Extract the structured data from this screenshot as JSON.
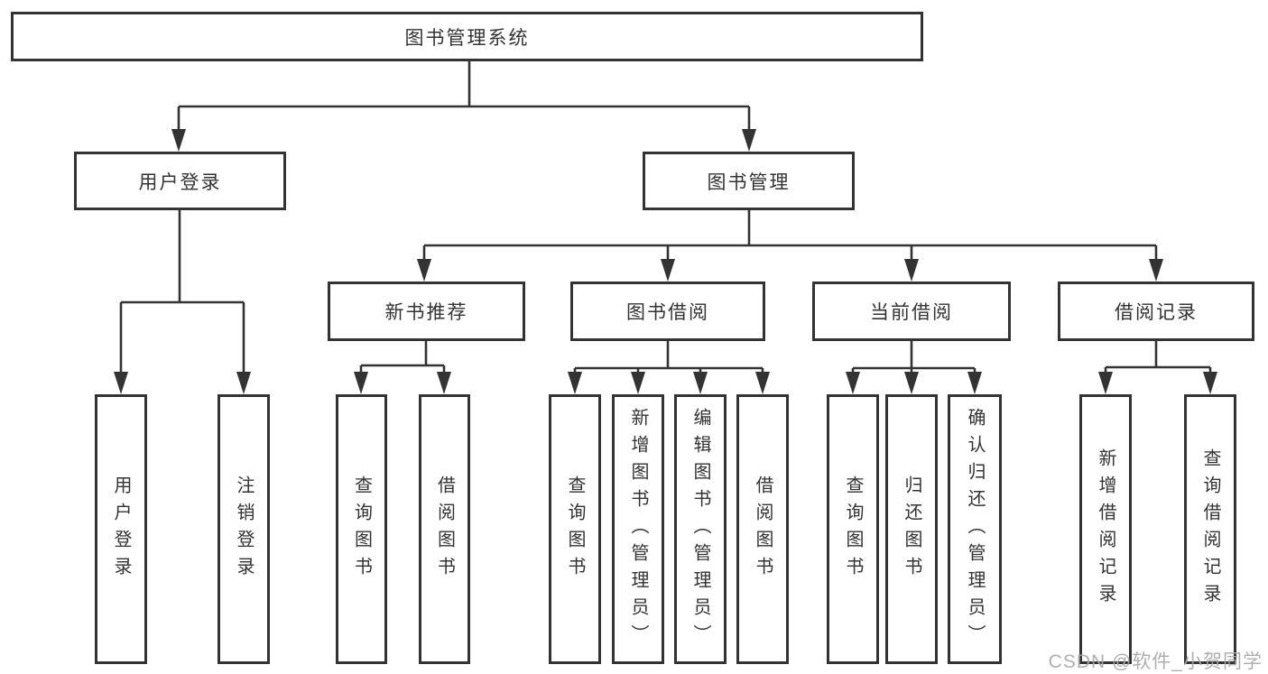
{
  "diagram": {
    "title": "图书管理系统",
    "level2": {
      "user_login": "用户登录",
      "book_management": "图书管理"
    },
    "level3": {
      "new_book_recommend": "新书推荐",
      "book_borrowing": "图书借阅",
      "current_borrowing": "当前借阅",
      "borrowing_records": "借阅记录"
    },
    "leaves": {
      "user_login": "用户登录",
      "logout": "注销登录",
      "nb_query_book": "查询图书",
      "nb_borrow_book": "借阅图书",
      "bb_query_book": "查询图书",
      "bb_add_book": "新增图书（管理员）",
      "bb_edit_book": "编辑图书（管理员）",
      "bb_borrow_book": "借阅图书",
      "cb_query_book": "查询图书",
      "cb_return_book": "归还图书",
      "cb_confirm_return": "确认归还（管理员）",
      "br_add_record": "新增借阅记录",
      "br_query_record": "查询借阅记录"
    }
  },
  "watermark": "CSDN @软件_小贺同学",
  "colors": {
    "line": "#333333",
    "text": "#333333",
    "watermark": "#a8a8a8",
    "background": "#ffffff"
  }
}
